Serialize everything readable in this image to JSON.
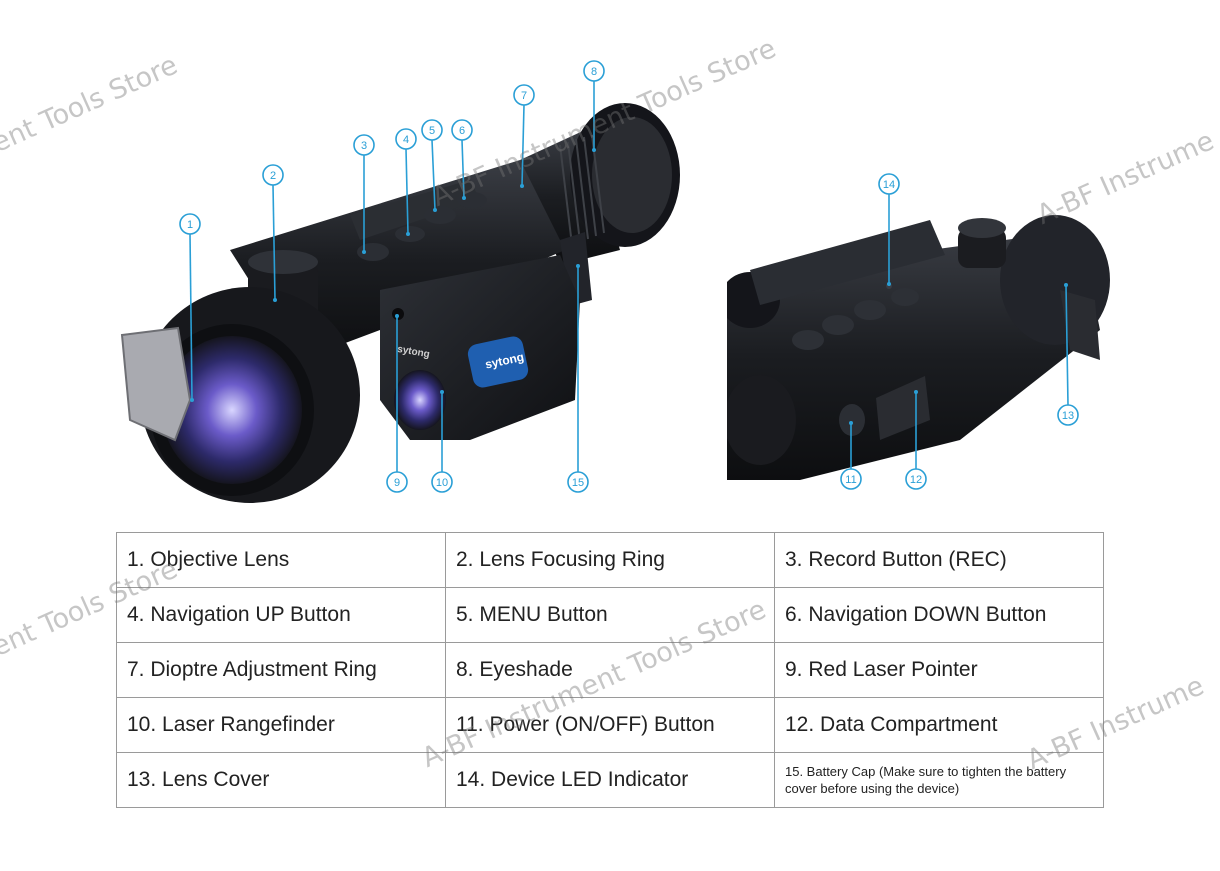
{
  "callouts": [
    "1",
    "2",
    "3",
    "4",
    "5",
    "6",
    "7",
    "8",
    "9",
    "10",
    "11",
    "12",
    "13",
    "14",
    "15"
  ],
  "brand_text": "sytong",
  "parts": [
    [
      "1. Objective Lens",
      "2. Lens Focusing Ring",
      "3. Record Button (REC)"
    ],
    [
      "4. Navigation UP Button",
      "5. MENU Button",
      "6. Navigation DOWN Button"
    ],
    [
      "7. Dioptre Adjustment Ring",
      "8. Eyeshade",
      "9. Red Laser Pointer"
    ],
    [
      "10. Laser Rangefinder",
      "11. Power (ON/OFF) Button",
      "12. Data Compartment"
    ],
    [
      "13. Lens Cover",
      "14. Device LED Indicator",
      "15. Battery Cap (Make sure to tighten the battery cover before using the device)"
    ]
  ],
  "watermarks": [
    "ent Tools Store",
    "A-BF Instrument Tools Store",
    "A-BF Instrume",
    "ent Tools Store",
    "A-BF Instrument Tools Store",
    "A-BF Instrume"
  ],
  "colors": {
    "callout": "#2a9fd6",
    "device": "#1c1e22",
    "lens": "#5a4a9e",
    "badge": "#1f5fb0"
  }
}
